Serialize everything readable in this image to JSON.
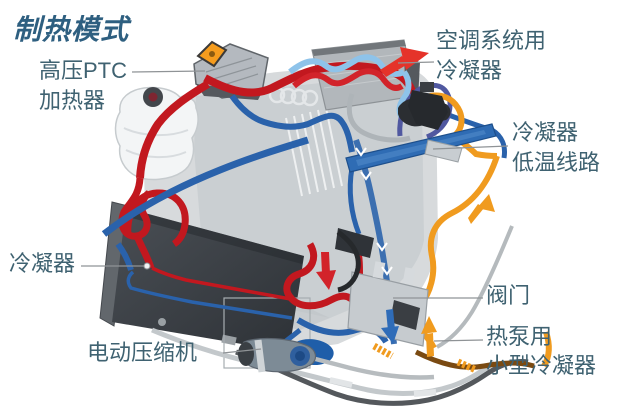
{
  "title": "制热模式",
  "labels": {
    "ptc_heater": {
      "line1": "高压PTC",
      "line2": "加热器"
    },
    "ac_condenser": {
      "line1": "空调系统用",
      "line2": "冷凝器"
    },
    "condenser_low_temp_line": {
      "line1": "冷凝器",
      "line2": "低温线路"
    },
    "condenser": {
      "line1": "冷凝器"
    },
    "electric_compressor": {
      "line1": "电动压缩机"
    },
    "valve": {
      "line1": "阀门"
    },
    "heat_pump_small_condenser": {
      "line1": "热泵用",
      "line2": "小型冷凝器"
    }
  },
  "colors": {
    "title_text": "#2e5f80",
    "label_text": "#3f6271",
    "hot_coolant_red": "#c2181f",
    "cold_coolant_blue": "#2a62ab",
    "refrigerant_light_blue": "#8ec3ea",
    "low_temp_orange": "#f09b1f",
    "leader_line_gray": "#8f9396",
    "radiator_dark": "#3a3f45",
    "engine_gray": "#d2d6d8"
  },
  "flow_arrows": [
    {
      "name": "ac-condenser-outlet-arrow",
      "color": "#e5332a",
      "direction": "up-right"
    },
    {
      "name": "valve-hot-flow-arrow",
      "color": "#d2232a",
      "direction": "down"
    },
    {
      "name": "valve-cold-flow-arrow",
      "color": "#2f6cb8",
      "direction": "down"
    },
    {
      "name": "heat-pump-flow-arrow",
      "color": "#f09b1f",
      "direction": "up"
    },
    {
      "name": "low-temp-line-flow-arrow",
      "color": "#f09b1f",
      "direction": "up-right"
    }
  ]
}
